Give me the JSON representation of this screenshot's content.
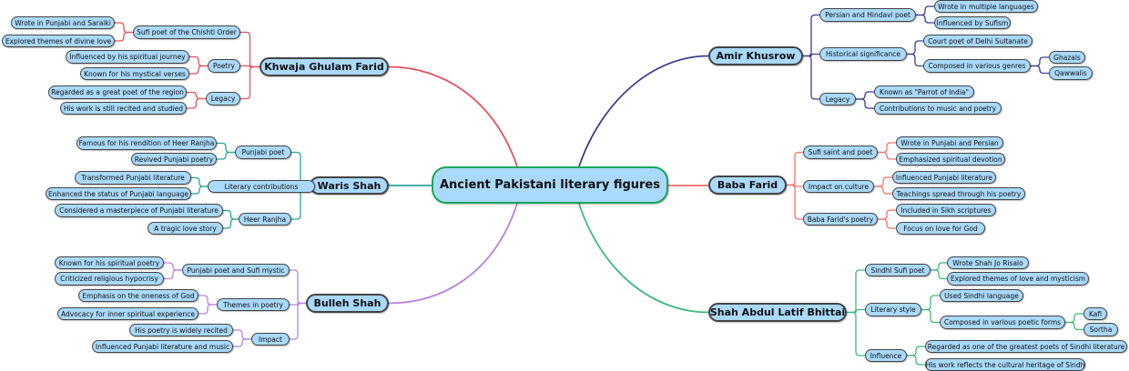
{
  "root": {
    "label": "Ancient Pakistani literary figures",
    "color": "#17a858"
  },
  "branches": [
    {
      "label": "Khwaja Ghulam Farid",
      "color": "#e5515d",
      "children": [
        {
          "label": "Sufi poet of the Chishti Order",
          "children": [
            {
              "label": "Wrote in Punjabi and Saraiki"
            },
            {
              "label": "Explored themes of divine love"
            }
          ]
        },
        {
          "label": "Poetry",
          "children": [
            {
              "label": "Influenced by his spiritual journey"
            },
            {
              "label": "Known for his mystical verses"
            }
          ]
        },
        {
          "label": "Legacy",
          "children": [
            {
              "label": "Regarded as a great poet of the region"
            },
            {
              "label": "His work is still recited and studied"
            }
          ]
        }
      ]
    },
    {
      "label": "Waris Shah",
      "color": "#26a69a",
      "children": [
        {
          "label": "Punjabi poet",
          "children": [
            {
              "label": "Famous for his rendition of Heer Ranjha"
            },
            {
              "label": "Revived Punjabi poetry"
            }
          ]
        },
        {
          "label": "Literary contributions",
          "children": [
            {
              "label": "Transformed Punjabi literature"
            },
            {
              "label": "Enhanced the status of Punjabi language"
            }
          ]
        },
        {
          "label": "Heer Ranjha",
          "children": [
            {
              "label": "Considered a masterpiece of Punjabi literature"
            },
            {
              "label": "A tragic love story"
            }
          ]
        }
      ]
    },
    {
      "label": "Bulleh Shah",
      "color": "#b683dd",
      "children": [
        {
          "label": "Punjabi poet and Sufi mystic",
          "children": [
            {
              "label": "Known for his spiritual poetry"
            },
            {
              "label": "Criticized religious hypocrisy"
            }
          ]
        },
        {
          "label": "Themes in poetry",
          "children": [
            {
              "label": "Emphasis on the oneness of God"
            },
            {
              "label": "Advocacy for inner spiritual experience"
            }
          ]
        },
        {
          "label": "Impact",
          "children": [
            {
              "label": "His poetry is widely recited"
            },
            {
              "label": "Influenced Punjabi literature and music"
            }
          ]
        }
      ]
    },
    {
      "label": "Amir Khusrow",
      "color": "#3a3f8f",
      "children": [
        {
          "label": "Persian and Hindavi poet",
          "children": [
            {
              "label": "Wrote in multiple languages"
            },
            {
              "label": "Influenced by Sufism"
            }
          ]
        },
        {
          "label": "Historical significance",
          "children": [
            {
              "label": "Court poet of Delhi Sultanate"
            },
            {
              "label": "Composed in various genres",
              "children": [
                {
                  "label": "Ghazals"
                },
                {
                  "label": "Qawwalis"
                }
              ]
            }
          ]
        },
        {
          "label": "Legacy",
          "children": [
            {
              "label": "Known as \"Parrot of India\""
            },
            {
              "label": "Contributions to music and poetry"
            }
          ]
        }
      ]
    },
    {
      "label": "Baba Farid",
      "color": "#f3716a",
      "children": [
        {
          "label": "Sufi saint and poet",
          "children": [
            {
              "label": "Wrote in Punjabi and Persian"
            },
            {
              "label": "Emphasized spiritual devotion"
            }
          ]
        },
        {
          "label": "Impact on culture",
          "children": [
            {
              "label": "Influenced Punjabi literature"
            },
            {
              "label": "Teachings spread through his poetry"
            }
          ]
        },
        {
          "label": "Baba Farid's poetry",
          "children": [
            {
              "label": "Included in Sikh scriptures"
            },
            {
              "label": "Focus on love for God"
            }
          ]
        }
      ]
    },
    {
      "label": "Shah Abdul Latif Bhittai",
      "color": "#3dba78",
      "children": [
        {
          "label": "Sindhi Sufi poet",
          "children": [
            {
              "label": "Wrote Shah Jo Risalo"
            },
            {
              "label": "Explored themes of love and mysticism"
            }
          ]
        },
        {
          "label": "Literary style",
          "children": [
            {
              "label": "Used Sindhi language"
            },
            {
              "label": "Composed in various poetic forms",
              "children": [
                {
                  "label": "Kafi"
                },
                {
                  "label": "Sortha"
                }
              ]
            }
          ]
        },
        {
          "label": "Influence",
          "children": [
            {
              "label": "Regarded as one of the greatest poets of Sindhi literature"
            },
            {
              "label": "His work reflects the cultural heritage of Sindh"
            }
          ]
        }
      ]
    }
  ]
}
